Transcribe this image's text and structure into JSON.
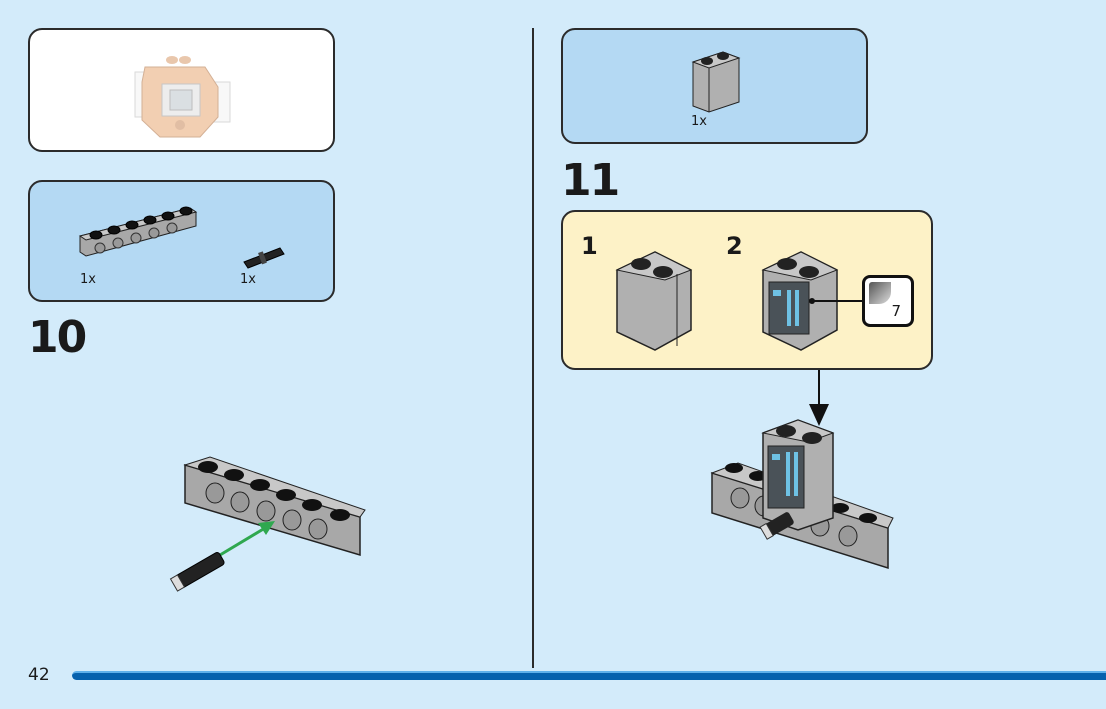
{
  "page": {
    "page_number": "42",
    "colors": {
      "background": "#d3ebfa",
      "parts_panel": "#b4d9f3",
      "sub_assembly_panel": "#fdf2c7",
      "footer_bar": "#0661ad",
      "insert_arrow": "#2fa84f"
    }
  },
  "left_column": {
    "preview_panel": {
      "image": "assembled-model-preview"
    },
    "parts_panel": {
      "parts": [
        {
          "name": "technic-brick-1x6-with-holes",
          "color": "light-bluish-gray",
          "quantity": "1x"
        },
        {
          "name": "technic-pin-with-friction",
          "color": "black",
          "quantity": "1x"
        }
      ]
    },
    "step": {
      "number": "10",
      "instruction_image": "insert-pin-into-third-hole"
    }
  },
  "right_column": {
    "parts_panel": {
      "parts": [
        {
          "name": "brick-1x2x2",
          "color": "light-bluish-gray",
          "quantity": "1x"
        }
      ]
    },
    "step": {
      "number": "11",
      "sub_steps": [
        {
          "number": "1",
          "image": "plain-brick-1x2x2"
        },
        {
          "number": "2",
          "image": "brick-with-sticker",
          "sticker_number": "7"
        }
      ],
      "instruction_image": "attach-brick-onto-technic-brick"
    }
  }
}
